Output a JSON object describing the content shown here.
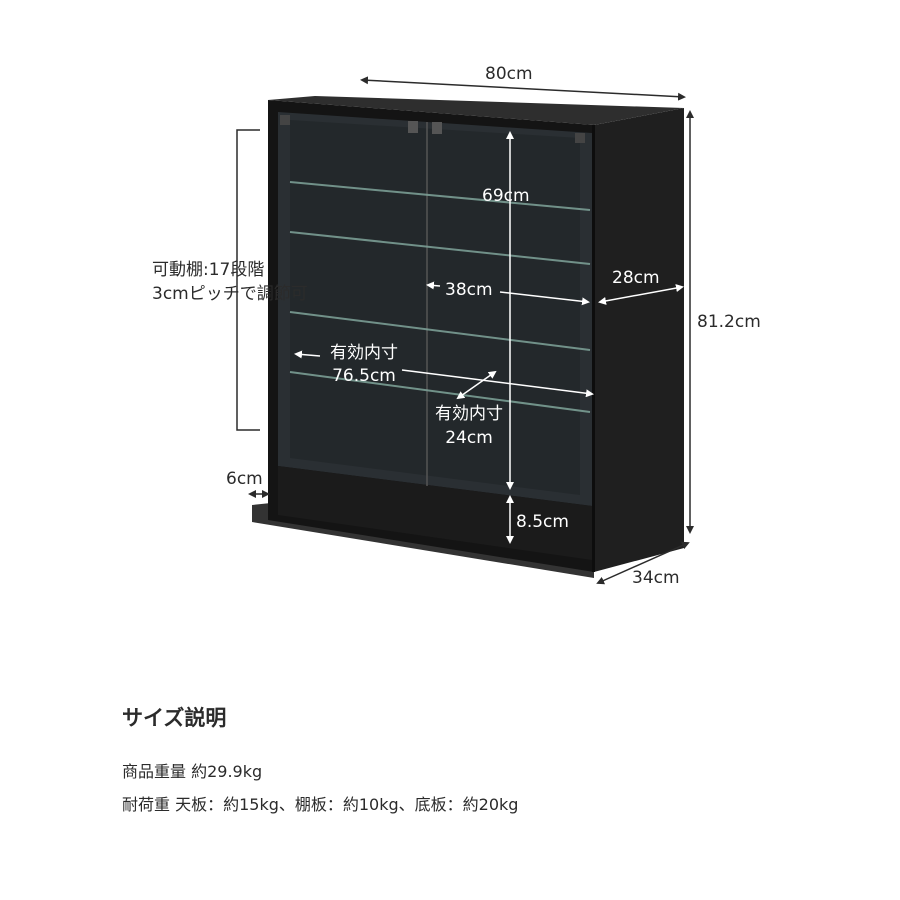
{
  "diagram": {
    "width_label": "80cm",
    "height_label": "81.2cm",
    "depth_label": "34cm",
    "inner_depth_label": "28cm",
    "inner_height_label": "69cm",
    "shelf_width_label": "38cm",
    "inner_width_caption": "有効内寸",
    "inner_width_value": "76.5cm",
    "shelf_depth_caption": "有効内寸",
    "shelf_depth_value": "24cm",
    "base_height_label": "8.5cm",
    "plinth_label": "6cm",
    "shelf_note_line1": "可動棚:17段階",
    "shelf_note_line2": "3cmピッチで調節可"
  },
  "specs": {
    "title": "サイズ説明",
    "weight": "商品重量 約29.9kg",
    "load": "耐荷重 天板：約15kg、棚板：約10kg、底板：約20kg"
  }
}
